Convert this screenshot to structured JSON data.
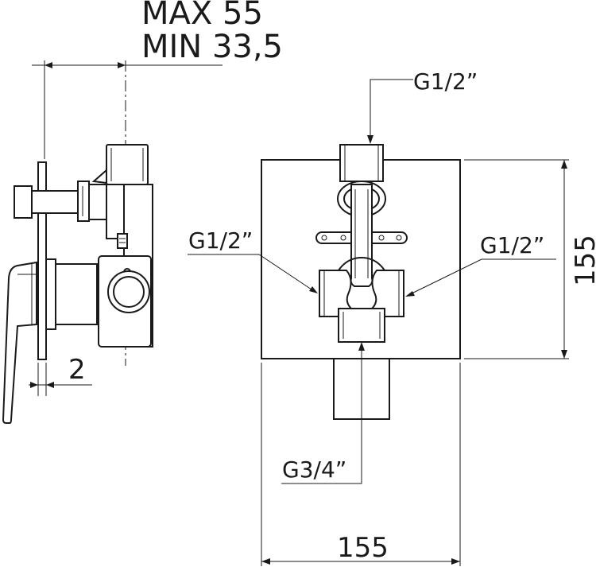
{
  "side_view": {
    "depth_max_label": "MAX 55",
    "depth_min_label": "MIN 33,5",
    "plate_thickness_label": "2"
  },
  "front_view": {
    "outlet_top_label": "G1/2”",
    "outlet_left_label": "G1/2”",
    "outlet_right_label": "G1/2”",
    "inlet_bottom_label": "G3/4”",
    "height_label": "155",
    "width_label": "155"
  }
}
